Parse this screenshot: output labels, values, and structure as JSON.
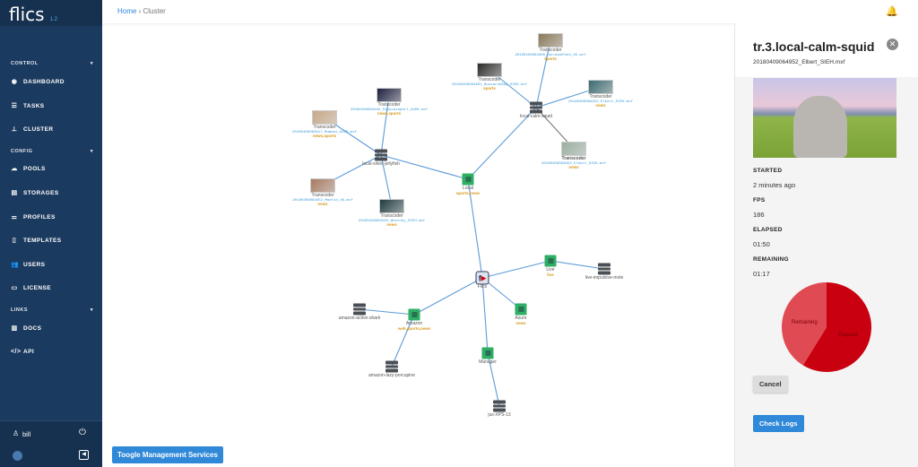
{
  "app": {
    "name": "flics",
    "version": "1.2"
  },
  "sidebar": {
    "sections": [
      {
        "label": "CONTROL"
      },
      {
        "label": "CONFIG"
      },
      {
        "label": "LINKS"
      }
    ],
    "items": [
      {
        "label": "DASHBOARD",
        "icon": "dashboard-icon"
      },
      {
        "label": "TASKS",
        "icon": "tasks-icon"
      },
      {
        "label": "CLUSTER",
        "icon": "cluster-icon"
      },
      {
        "label": "POOLS",
        "icon": "cloud-icon"
      },
      {
        "label": "STORAGES",
        "icon": "storage-icon"
      },
      {
        "label": "PROFILES",
        "icon": "sliders-icon"
      },
      {
        "label": "TEMPLATES",
        "icon": "document-icon"
      },
      {
        "label": "USERS",
        "icon": "users-icon"
      },
      {
        "label": "LICENSE",
        "icon": "license-icon"
      },
      {
        "label": "DOCS",
        "icon": "book-icon"
      },
      {
        "label": "API",
        "icon": "code-icon"
      }
    ],
    "user": "bill"
  },
  "breadcrumb": {
    "home": "Home",
    "sep": "›",
    "current": "Cluster"
  },
  "graph": {
    "nodes": {
      "t1": {
        "name": "Transcoder",
        "file": "20180409064900_DonJuanPond_4K.mxf",
        "tags": "sports"
      },
      "t2": {
        "name": "Transcoder",
        "file": "20180409064901_BuzzardsBay_SIEH.mxf",
        "tags": "sports"
      },
      "t3": {
        "name": "Transcoder",
        "file": "20180409064952_Elbert_SIEH.mxf",
        "tags": "news"
      },
      "t4": {
        "name": "Transcoder",
        "file": "20180409064952_Elbert_SIEH.mxf",
        "tags": "news"
      },
      "t5": {
        "name": "Transcoder",
        "file": "20180409064942_Popocatepetl_A4DK.mxf",
        "tags": "news,sports"
      },
      "t6": {
        "name": "Transcoder",
        "file": "20180409064917_Mumbai_A4DK.mxf",
        "tags": "news,sports"
      },
      "t7": {
        "name": "Transcoder",
        "file": "20180409064952_Madrid_4K.mxf",
        "tags": "news"
      },
      "t8": {
        "name": "Transcoder",
        "file": "20180409064952_Whitney_SIEH.mxf",
        "tags": "news"
      },
      "s1": {
        "name": "local-calm-squid"
      },
      "s2": {
        "name": "local-silver-jellyfish"
      },
      "local": {
        "name": "Local",
        "tags": "sports,news"
      },
      "flics": {
        "name": "Flics"
      },
      "live": {
        "name": "Live",
        "tags": "live"
      },
      "s3": {
        "name": "live-impulsive-mole"
      },
      "azure": {
        "name": "Azure",
        "tags": "news"
      },
      "amazon": {
        "name": "Amazon",
        "tags": "web,sports,news"
      },
      "s4": {
        "name": "amazon-active-shark"
      },
      "s5": {
        "name": "amazon-lazy-porcupine"
      },
      "manager": {
        "name": "Manager"
      },
      "s6": {
        "name": "jus-XPS-13"
      }
    }
  },
  "toggle_label": "Toogle Management Services",
  "panel": {
    "title": "tr.3.local-calm-squid",
    "file": "20180409064952_Elbert_SIEH.mxf",
    "started_label": "STARTED",
    "started": "2 minutes ago",
    "fps_label": "FPS",
    "fps": "186",
    "elapsed_label": "ELAPSED",
    "elapsed": "01:50",
    "remaining_label": "REMAINING",
    "remaining": "01:17",
    "pie": {
      "elapsed_fraction": 0.588,
      "elapsed_label": "Elapsed",
      "remaining_label": "Remaining",
      "colors": {
        "elapsed": "#c8000f",
        "remaining": "#e04a52"
      }
    },
    "cancel": "Cancel",
    "check_logs": "Check Logs"
  }
}
